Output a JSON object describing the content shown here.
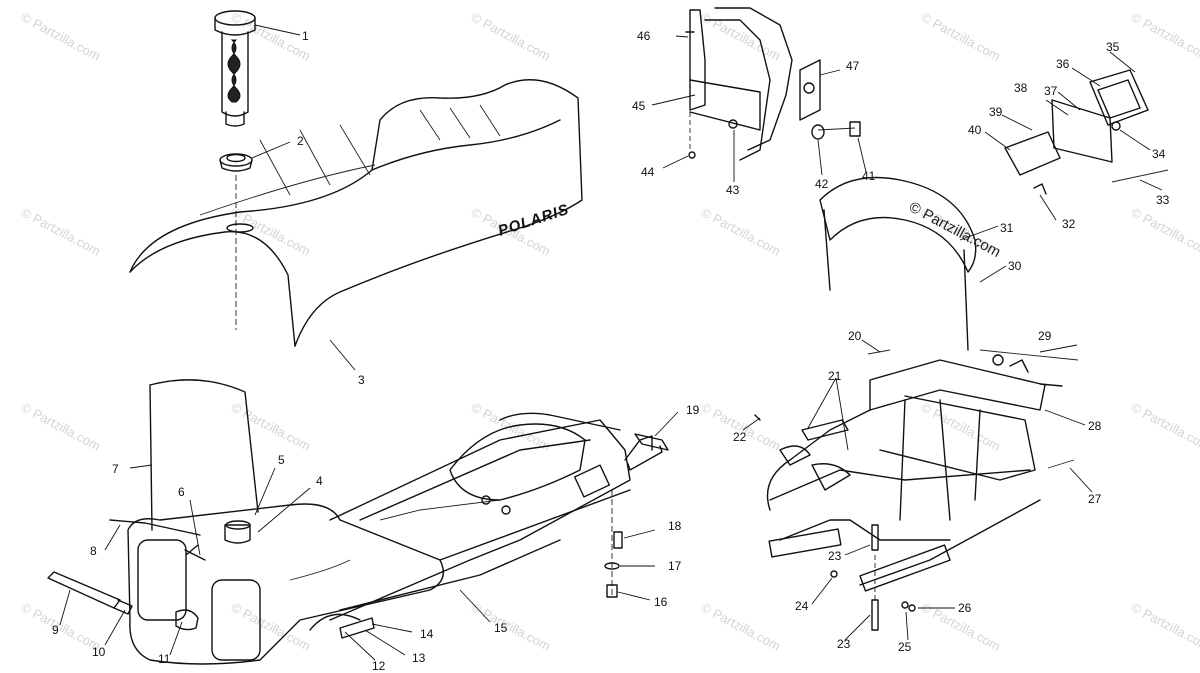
{
  "brand_text": "POLARIS",
  "stamp_text": "© Partzilla.com",
  "watermark_text": "© Partzilla.com",
  "callouts": [
    "1",
    "2",
    "3",
    "4",
    "5",
    "6",
    "7",
    "8",
    "9",
    "10",
    "11",
    "12",
    "13",
    "14",
    "15",
    "16",
    "17",
    "18",
    "19",
    "20",
    "21",
    "22",
    "23",
    "23",
    "24",
    "25",
    "26",
    "27",
    "28",
    "29",
    "30",
    "31",
    "32",
    "33",
    "34",
    "35",
    "36",
    "37",
    "38",
    "39",
    "40",
    "41",
    "42",
    "43",
    "44",
    "45",
    "46",
    "47"
  ],
  "colors": {
    "line": "#111111",
    "watermark": "#d4d4d4",
    "background": "#ffffff"
  }
}
